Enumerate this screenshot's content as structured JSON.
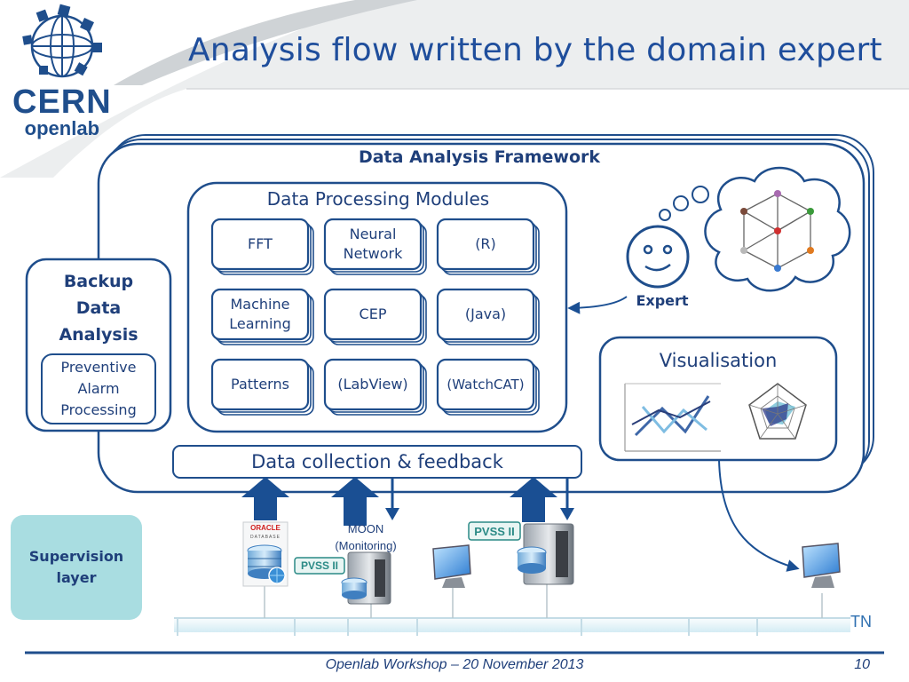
{
  "slide": {
    "title": "Analysis flow written by the domain expert",
    "logo": {
      "line1": "CERN",
      "line2": "openlab"
    },
    "page_number": "10",
    "footer": "Openlab Workshop – 20 November 2013"
  },
  "framework": {
    "title": "Data Analysis Framework",
    "processing": {
      "title": "Data Processing Modules",
      "modules": [
        "FFT",
        "Neural\nNetwork",
        "(R)",
        "Machine\nLearning",
        "CEP",
        "(Java)",
        "Patterns",
        "(LabView)",
        "(WatchCAT)"
      ]
    },
    "collection": "Data collection & feedback",
    "visualisation": "Visualisation"
  },
  "backup": {
    "title": "Backup\nData\nAnalysis",
    "sub": "Preventive\nAlarm\nProcessing"
  },
  "expert": {
    "label": "Expert"
  },
  "supervision": {
    "label": "Supervision\nlayer"
  },
  "devices": {
    "moon": "MOON\n(Monitoring)",
    "pvss_label": "PVSS II",
    "oracle_label": "ORACLE",
    "oracle_sub": "DATABASE"
  },
  "network": {
    "tn_label": "TN"
  },
  "colors": {
    "primary": "#1f4e9c",
    "border": "#1f4e8c",
    "arrow": "#1a4f93",
    "supervision_bg": "#a9dde1",
    "pvss_green": "#2a8a86"
  }
}
